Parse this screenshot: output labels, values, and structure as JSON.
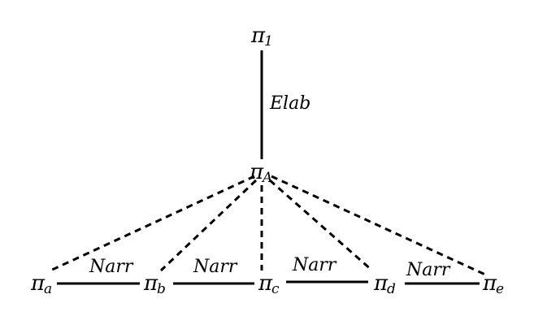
{
  "diagram": {
    "nodes": [
      {
        "id": "pi1",
        "base": "π",
        "sub": "1"
      },
      {
        "id": "piA",
        "base": "π",
        "sub": "A"
      },
      {
        "id": "pia",
        "base": "π",
        "sub": "a"
      },
      {
        "id": "pib",
        "base": "π",
        "sub": "b"
      },
      {
        "id": "pic",
        "base": "π",
        "sub": "c"
      },
      {
        "id": "pid",
        "base": "π",
        "sub": "d"
      },
      {
        "id": "pie",
        "base": "π",
        "sub": "e"
      }
    ],
    "relations": {
      "elab": "Elab",
      "narr_ab": "Narr",
      "narr_bc": "Narr",
      "narr_cd": "Narr",
      "narr_de": "Narr"
    },
    "colors": {
      "stroke": "#000000",
      "text": "#000000",
      "background": "#ffffff"
    }
  }
}
